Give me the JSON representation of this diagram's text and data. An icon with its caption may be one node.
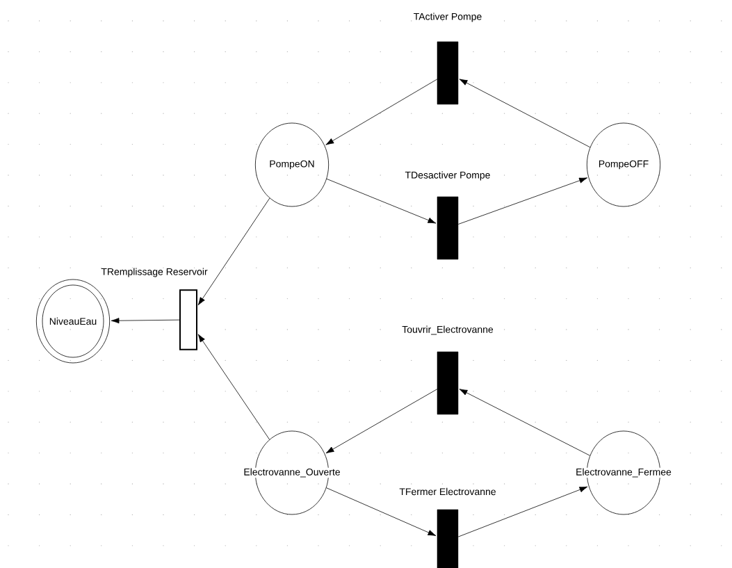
{
  "diagram": {
    "nodes": [
      {
        "text": [
          "TActiver Pompe"
        ]
      },
      {
        "text": [
          "PompeON"
        ]
      },
      {
        "text": [
          "TDesactiver Pompe"
        ]
      },
      {
        "text": [
          "PompeOFF"
        ]
      },
      {
        "text": [
          "TRemplissage Reservoir"
        ]
      },
      {
        "text": [
          "NiveauEau"
        ]
      },
      {
        "text": [
          "Touvrir_Electrovanne"
        ]
      },
      {
        "text": [
          "Electrovanne_Ouverte"
        ]
      },
      {
        "text": [
          "TFermer Electrovanne"
        ]
      },
      {
        "text": [
          "Electrovanne_Fermee"
        ]
      }
    ],
    "edges": [
      {
        "from": 0,
        "to": 1,
        "arrow": "to"
      },
      {
        "from": 3,
        "to": 0,
        "arrow": "to"
      },
      {
        "from": 1,
        "to": 2,
        "arrow": "to"
      },
      {
        "from": 2,
        "to": 3,
        "arrow": "to"
      },
      {
        "from": 1,
        "to": 4,
        "arrow": "to"
      },
      {
        "from": 7,
        "to": 4,
        "arrow": "to"
      },
      {
        "from": 4,
        "to": 5,
        "arrow": "to"
      },
      {
        "from": 6,
        "to": 7,
        "arrow": "to"
      },
      {
        "from": 9,
        "to": 6,
        "arrow": "to"
      },
      {
        "from": 7,
        "to": 8,
        "arrow": "to"
      },
      {
        "from": 8,
        "to": 9,
        "arrow": "to"
      }
    ]
  }
}
